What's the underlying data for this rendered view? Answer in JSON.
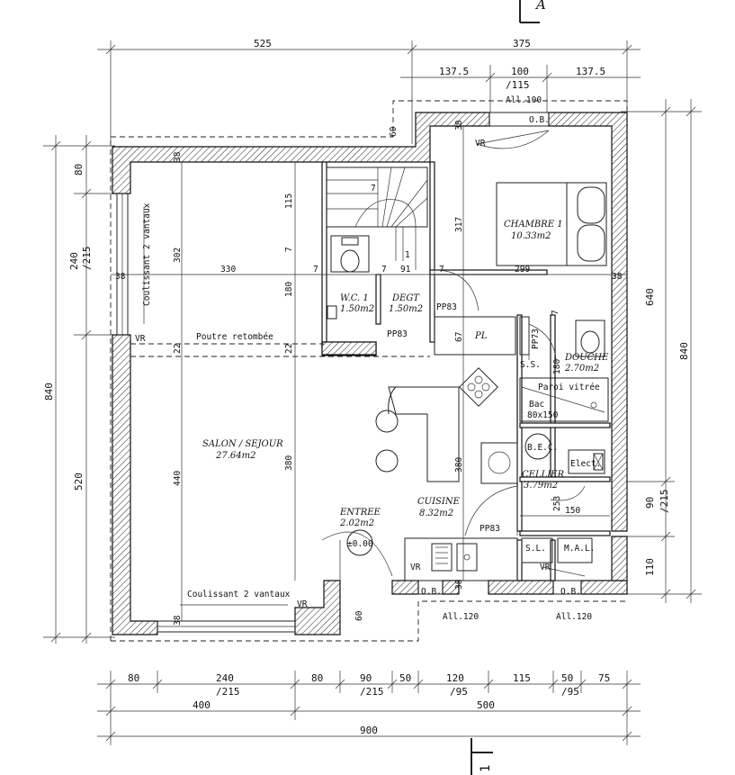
{
  "plan": {
    "top_dims": {
      "d525": "525",
      "d375": "375",
      "d137a": "137.5",
      "d100": "100",
      "d115": "/115",
      "d137b": "137.5"
    },
    "bottom_dims": {
      "d80a": "80",
      "d240": "240",
      "d215a": "/215",
      "d80b": "80",
      "d90": "90",
      "d215b": "/215",
      "d50a": "50",
      "d120": "120",
      "d95a": "/95",
      "d115": "115",
      "d50b": "50",
      "d95b": "/95",
      "d75": "75",
      "d400": "400",
      "d500": "500",
      "d900": "900"
    },
    "left_dims": {
      "d80": "80",
      "d240": "240",
      "d215": "/215",
      "d840": "840",
      "d520": "520"
    },
    "right_dims": {
      "d640": "640",
      "d840": "840",
      "d90": "90",
      "d215": "/215",
      "d110": "110"
    },
    "openings": {
      "all100": "All.100",
      "ob_top": "O.B.",
      "all120a": "All.120",
      "all120b": "All.120",
      "ob_b1": "O.B.",
      "ob_b2": "O.B."
    },
    "rooms": {
      "chambre_name": "CHAMBRE 1",
      "chambre_area": "10.33m2",
      "salon_name": "SALON / SEJOUR",
      "salon_area": "27.64m2",
      "wc_name": "W.C. 1",
      "wc_area": "1.50m2",
      "degt_name": "DEGT",
      "degt_area": "1.50m2",
      "douche_name": "DOUCHE",
      "douche_area": "2.70m2",
      "cellier_name": "CELLIER",
      "cellier_area": "3.79m2",
      "cuisine_name": "CUISINE",
      "cuisine_area": "8.32m2",
      "entree_name": "ENTREE",
      "entree_area": "2.02m2"
    },
    "labels": {
      "vr1": "VR",
      "vr2": "VR",
      "vr3": "VR",
      "vr4": "VR",
      "vr5": "VR",
      "coul1": "Coulissant 2 vantaux",
      "coul2": "Coulissant 2 vantaux",
      "poutre": "Poutre retombée",
      "pp83a": "PP83",
      "pp83b": "PP83",
      "pp83c": "PP83",
      "pp73": "PP73",
      "pl": "PL",
      "paroi": "Paroi vitrée",
      "bac1": "Bac",
      "bac2": "80x150",
      "bec": "B.E.C.",
      "elect": "Elect.",
      "sl": "S.L.",
      "mal": "M.A.L.",
      "level": "±0.00",
      "ss": "S.S."
    },
    "inner_dims": {
      "d38a": "38",
      "d38b": "38",
      "d38c": "38",
      "d38d": "38",
      "d38e": "38",
      "d38f": "38",
      "d60a": "60",
      "d60b": "60",
      "d330": "330",
      "d7a": "7",
      "d7b": "7",
      "d7c": "7",
      "d91": "91",
      "d299": "299",
      "d7d": "7",
      "d7e": "7",
      "d7f": "7",
      "d115": "115",
      "d302": "302",
      "d180a": "180",
      "d22a": "22",
      "d22b": "22",
      "d440": "440",
      "d380a": "380",
      "d317": "317",
      "d67": "67",
      "d380b": "380",
      "d180b": "180",
      "d253": "253",
      "d150": "150",
      "d1": "1"
    },
    "section_marks": {
      "a_top": "A",
      "a_bottom": "1"
    }
  }
}
